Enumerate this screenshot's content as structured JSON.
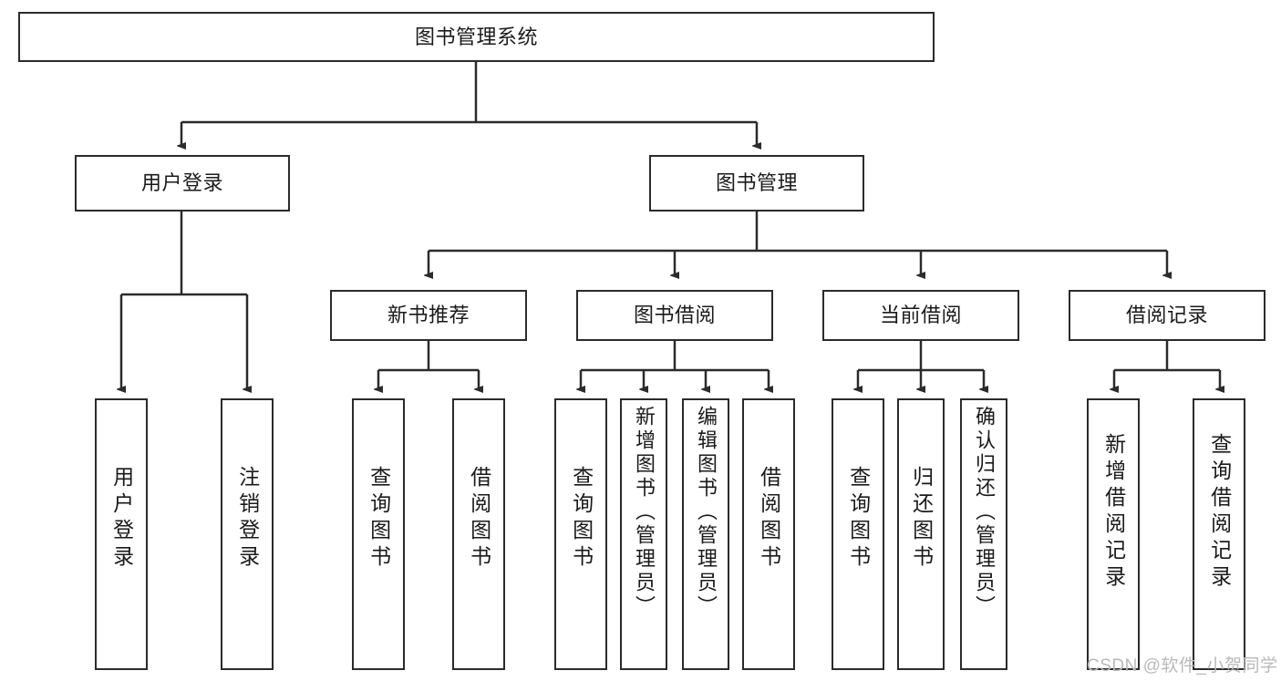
{
  "diagram": {
    "type": "tree-hierarchy-chart",
    "title": "图书管理系统",
    "watermark": "CSDN @软件_小贺同学",
    "colors": {
      "box_border": "#2b2b2b",
      "box_fill": "#ffffff",
      "text": "#1a1a1a",
      "connector": "#2b2b2b",
      "watermark": "#b9b9b9"
    },
    "levels": {
      "root": {
        "label": "图书管理系统"
      },
      "level2": [
        {
          "label": "用户登录"
        },
        {
          "label": "图书管理"
        }
      ],
      "level3": [
        {
          "label": "新书推荐"
        },
        {
          "label": "图书借阅"
        },
        {
          "label": "当前借阅"
        },
        {
          "label": "借阅记录"
        }
      ],
      "leaves": [
        {
          "label": "用户登录",
          "parent": "用户登录"
        },
        {
          "label": "注销登录",
          "parent": "用户登录"
        },
        {
          "label": "查询图书",
          "parent": "新书推荐"
        },
        {
          "label": "借阅图书",
          "parent": "新书推荐"
        },
        {
          "label": "查询图书",
          "parent": "图书借阅"
        },
        {
          "label": "新增图书（管理员）",
          "parent": "图书借阅"
        },
        {
          "label": "编辑图书（管理员）",
          "parent": "图书借阅"
        },
        {
          "label": "借阅图书",
          "parent": "图书借阅"
        },
        {
          "label": "查询图书",
          "parent": "当前借阅"
        },
        {
          "label": "归还图书",
          "parent": "当前借阅"
        },
        {
          "label": "确认归还（管理员）",
          "parent": "当前借阅"
        },
        {
          "label": "新增借阅记录",
          "parent": "借阅记录"
        },
        {
          "label": "查询借阅记录",
          "parent": "借阅记录"
        }
      ]
    }
  }
}
